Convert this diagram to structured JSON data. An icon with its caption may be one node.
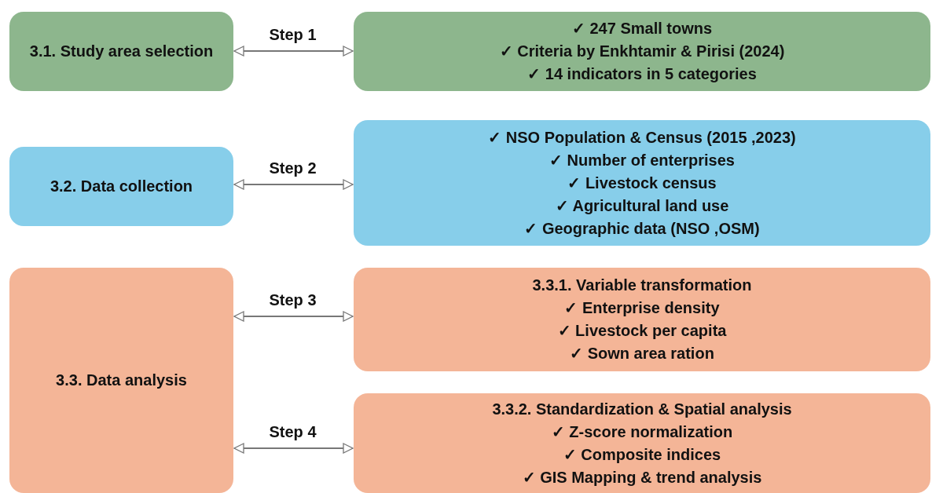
{
  "diagram": {
    "nodes": [
      {
        "text": [
          "3.1. Study area selection"
        ]
      },
      {
        "text": [
          "✓ 247 Small towns",
          "✓ Criteria by Enkhtamir & Pirisi (2024)",
          "✓ 14 indicators in 5 categories"
        ]
      },
      {
        "text": [
          "3.2. Data collection"
        ]
      },
      {
        "text": [
          "✓ NSO Population & Census (2015 ,2023)",
          "✓ Number of enterprises",
          "✓ Livestock census",
          "✓ Agricultural land use",
          "✓ Geographic data (NSO ,OSM)"
        ]
      },
      {
        "text": [
          "3.3. Data analysis"
        ]
      },
      {
        "text": [
          "3.3.1. Variable transformation",
          "✓ Enterprise density",
          "✓ Livestock per capita",
          "✓ Sown area ration"
        ]
      },
      {
        "text": [
          "3.3.2. Standardization & Spatial analysis",
          "✓ Z-score normalization",
          "✓ Composite indices",
          "✓ GIS Mapping & trend analysis"
        ]
      }
    ],
    "edges": [
      {
        "from": 0,
        "to": 1,
        "arrow": "both",
        "label": "Step 1"
      },
      {
        "from": 2,
        "to": 3,
        "arrow": "both",
        "label": "Step 2"
      },
      {
        "from": 4,
        "to": 5,
        "arrow": "both",
        "label": "Step 3"
      },
      {
        "from": 4,
        "to": 6,
        "arrow": "both",
        "label": "Step 4"
      }
    ]
  }
}
